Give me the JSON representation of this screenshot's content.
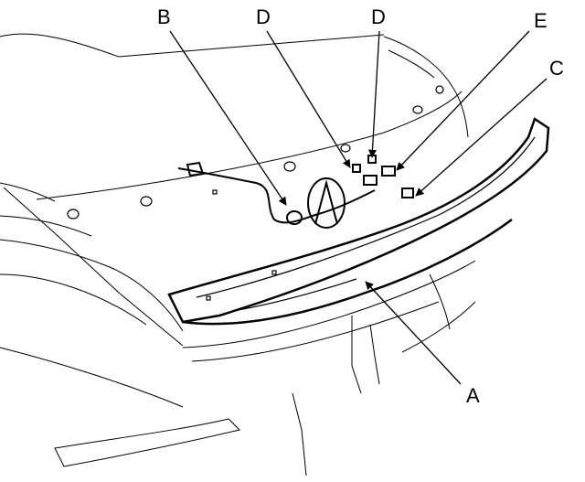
{
  "diagram": {
    "callouts": [
      {
        "id": "A",
        "label": "A"
      },
      {
        "id": "B",
        "label": "B"
      },
      {
        "id": "C",
        "label": "C"
      },
      {
        "id": "D1",
        "label": "D"
      },
      {
        "id": "D2",
        "label": "D"
      },
      {
        "id": "E",
        "label": "E"
      }
    ],
    "line_color": "#000000",
    "background": "#ffffff"
  }
}
